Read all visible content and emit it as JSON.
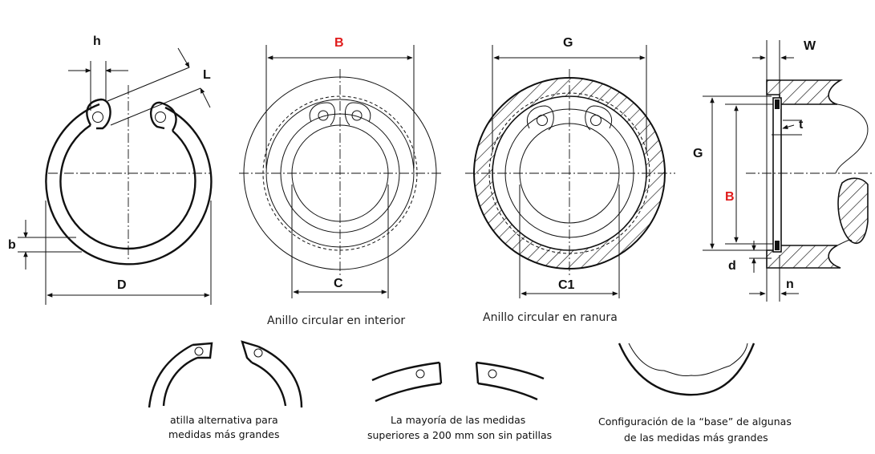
{
  "labels": {
    "h": "h",
    "L": "L",
    "b": "b",
    "D": "D",
    "B_top": "B",
    "C": "C",
    "G_top": "G",
    "C1": "C1",
    "W": "W",
    "G_side": "G",
    "B_side": "B",
    "t": "t",
    "d": "d",
    "n": "n"
  },
  "captions": {
    "interior": "Anillo circular en interior",
    "groove": "Anillo circular en ranura",
    "alt_lug_line1": "atilla alternativa para",
    "alt_lug_line2": "medidas más grandes",
    "no_lugs_line1": "La mayoría de las medidas",
    "no_lugs_line2": "superiores a 200 mm son sin patillas",
    "base_line1": "Configuración de la “base” de algunas",
    "base_line2": "de las medidas más grandes"
  },
  "colors": {
    "line": "#111111",
    "highlight": "#e01b1b"
  }
}
